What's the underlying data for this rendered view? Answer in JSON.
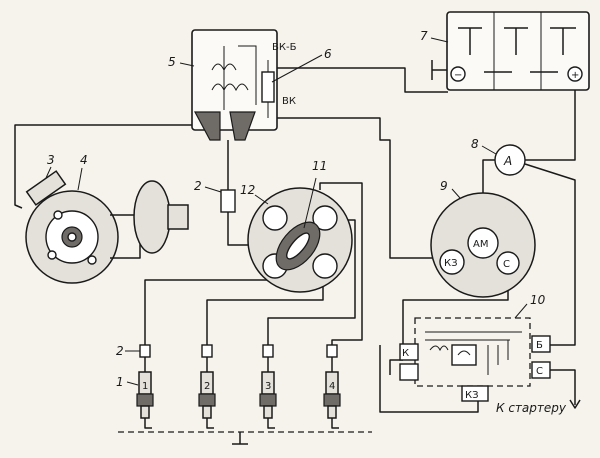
{
  "diagram": {
    "callouts": [
      "1",
      "2",
      "3",
      "4",
      "5",
      "6",
      "7",
      "8",
      "9",
      "10",
      "11",
      "12",
      "2"
    ],
    "coil_labels": {
      "vk_b": "ВК-Б",
      "vk": "ВК"
    },
    "battery_labels": {
      "minus": "−",
      "plus": "+"
    },
    "ammeter_label": "A",
    "generator_labels": {
      "am": "АМ",
      "kz": "КЗ",
      "c": "С"
    },
    "relay_labels": {
      "k": "К",
      "b": "Б",
      "c": "С",
      "kz": "КЗ"
    },
    "plug_numbers": [
      "1",
      "2",
      "3",
      "4"
    ],
    "starter_label": "К стартеру"
  }
}
